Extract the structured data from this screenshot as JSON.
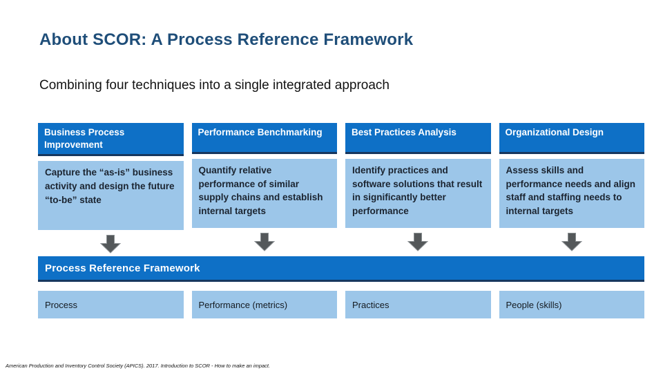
{
  "slide": {
    "title": "About SCOR: A Process Reference Framework",
    "subtitle": "Combining four techniques into a single integrated approach",
    "columns": [
      {
        "header": "Business Process Improvement",
        "body": "Capture the “as-is” business activity and design the future “to-be” state",
        "result": "Process"
      },
      {
        "header": "Performance Benchmarking",
        "body": "Quantify relative performance of similar supply chains and establish internal targets",
        "result": "Performance (metrics)"
      },
      {
        "header": "Best Practices Analysis",
        "body": "Identify practices and software solutions that result in significantly better performance",
        "result": "Practices"
      },
      {
        "header": "Organizational Design",
        "body": "Assess skills and performance needs and align staff and staffing needs to internal targets",
        "result": "People (skills)"
      }
    ],
    "banner": "Process Reference Framework",
    "footer": "American Production and Inventory Control Society (APICS). 2017. Introduction to SCOR - How to make an impact.",
    "colors": {
      "title_text": "#1F4E79",
      "header_fill": "#0E70C6",
      "header_border": "#17375E",
      "light_fill": "#9CC6E9",
      "arrow_fill": "#54585A"
    }
  }
}
